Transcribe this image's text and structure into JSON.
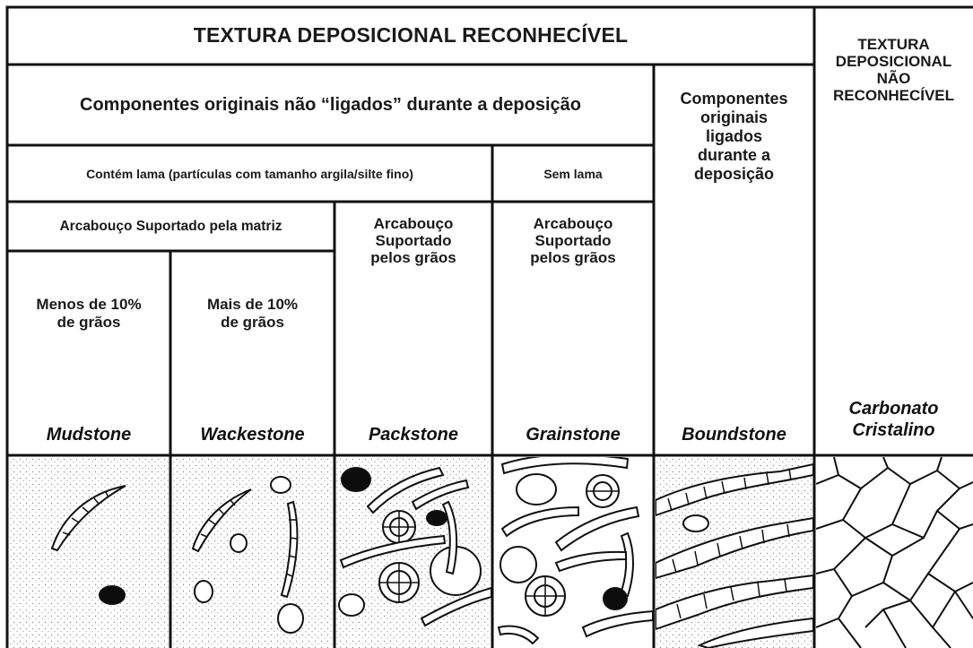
{
  "header": {
    "recognizable": "TEXTURA DEPOSICIONAL RECONHECÍVEL",
    "not_recognizable": [
      "TEXTURA",
      "DEPOSICIONAL",
      "NÃO",
      "RECONHECÍVEL"
    ]
  },
  "groups": {
    "not_bound": "Componentes originais não “ligados” durante a deposição",
    "bound": [
      "Componentes",
      "originais",
      "ligados",
      "durante a",
      "deposição"
    ],
    "with_mud": "Contém lama (partículas com tamanho argila/silte fino)",
    "no_mud": "Sem lama",
    "matrix_supported": "Arcabouço Suportado pela matriz",
    "grain_supported": [
      "Arcabouço",
      "Suportado",
      "pelos grãos"
    ],
    "grain_supported_2": [
      "Arcabouço",
      "Suportado",
      "pelos grãos"
    ],
    "less_10": [
      "Menos de 10%",
      "de grãos"
    ],
    "more_10": [
      "Mais de 10%",
      "de grãos"
    ]
  },
  "rock_names": {
    "mudstone": "Mudstone",
    "wackestone": "Wackestone",
    "packstone": "Packstone",
    "grainstone": "Grainstone",
    "boundstone": "Boundstone",
    "crystalline": [
      "Carbonato",
      "Cristalino"
    ]
  },
  "colors": {
    "line": "#111111",
    "fill_dark": "#0d0d0d",
    "stipple": "#8a8a8a"
  }
}
